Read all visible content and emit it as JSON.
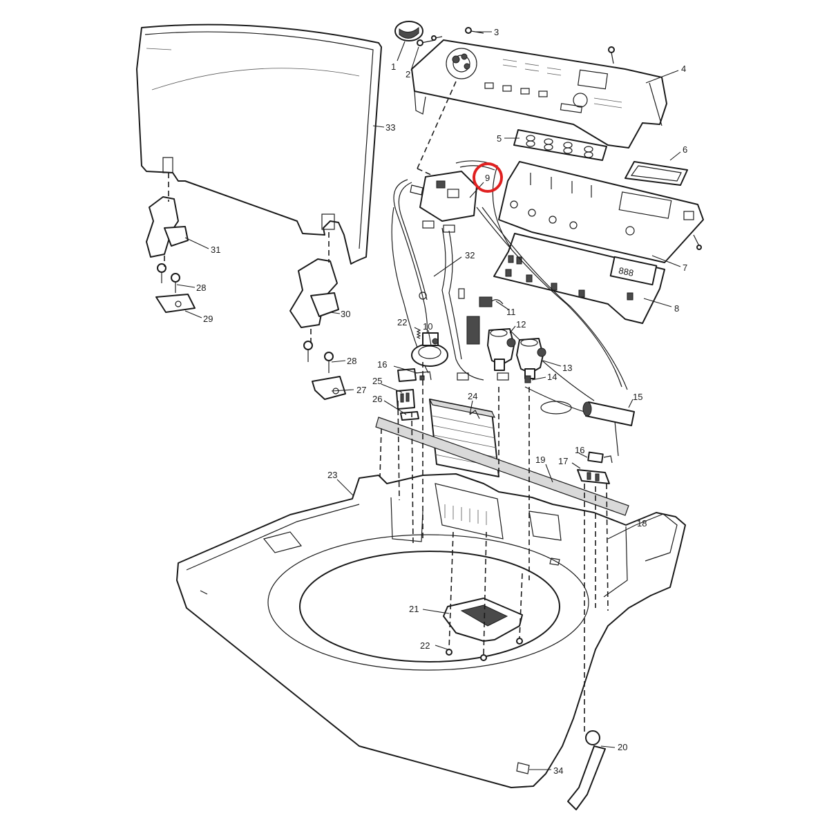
{
  "callouts": [
    {
      "id": "c1",
      "label": "1"
    },
    {
      "id": "c2",
      "label": "2"
    },
    {
      "id": "c3",
      "label": "3"
    },
    {
      "id": "c4",
      "label": "4"
    },
    {
      "id": "c5",
      "label": "5"
    },
    {
      "id": "c6",
      "label": "6"
    },
    {
      "id": "c7",
      "label": "7"
    },
    {
      "id": "c8",
      "label": "8"
    },
    {
      "id": "c9",
      "label": "9"
    },
    {
      "id": "c10",
      "label": "10"
    },
    {
      "id": "c11",
      "label": "11"
    },
    {
      "id": "c12",
      "label": "12"
    },
    {
      "id": "c13",
      "label": "13"
    },
    {
      "id": "c14",
      "label": "14"
    },
    {
      "id": "c15",
      "label": "15"
    },
    {
      "id": "c16a",
      "label": "16"
    },
    {
      "id": "c16b",
      "label": "16"
    },
    {
      "id": "c17",
      "label": "17"
    },
    {
      "id": "c18",
      "label": "18"
    },
    {
      "id": "c19",
      "label": "19"
    },
    {
      "id": "c20",
      "label": "20"
    },
    {
      "id": "c21",
      "label": "21"
    },
    {
      "id": "c22a",
      "label": "22"
    },
    {
      "id": "c22b",
      "label": "22"
    },
    {
      "id": "c23",
      "label": "23"
    },
    {
      "id": "c24",
      "label": "24"
    },
    {
      "id": "c25",
      "label": "25"
    },
    {
      "id": "c26",
      "label": "26"
    },
    {
      "id": "c27",
      "label": "27"
    },
    {
      "id": "c28a",
      "label": "28"
    },
    {
      "id": "c28b",
      "label": "28"
    },
    {
      "id": "c29",
      "label": "29"
    },
    {
      "id": "c30",
      "label": "30"
    },
    {
      "id": "c31",
      "label": "31"
    },
    {
      "id": "c32",
      "label": "32"
    },
    {
      "id": "c33",
      "label": "33"
    },
    {
      "id": "c34",
      "label": "34"
    }
  ],
  "highlight": {
    "target": "9",
    "color": "#e02020"
  },
  "display_digits": "888",
  "colors": {
    "line": "#1a1a1a",
    "highlight": "#e02020",
    "background": "#ffffff"
  }
}
